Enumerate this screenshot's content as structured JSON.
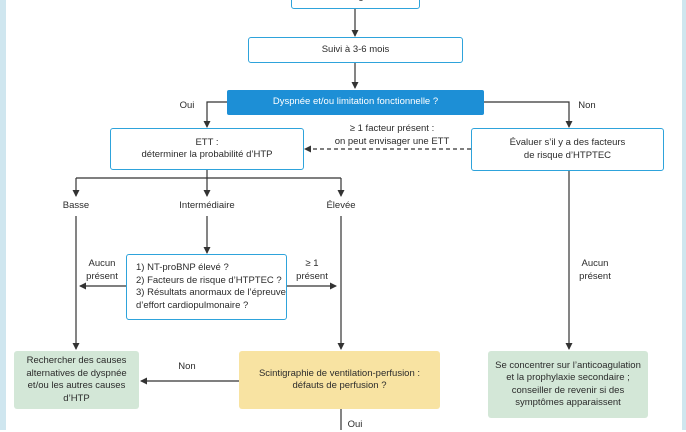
{
  "nodes": {
    "anticoag": "Anticoagulant",
    "suivi": "Suivi à 3-6 mois",
    "dyspnee": "Dyspnée et/ou limitation fonctionnelle ?",
    "ett": "ETT :\ndéterminer la probabilité d’HTP",
    "evaluer": "Évaluer s’il y a des facteurs\nde risque d’HTPTEC",
    "questions": "1) NT-proBNP élevé ?\n2) Facteurs de risque d’HTPTEC ?\n3) Résultats anormaux de l’épreuve\n    d’effort cardiopulmonaire ?",
    "rechercher": "Rechercher des causes\nalternatives de dyspnée\net/ou les autres causes\nd’HTP",
    "scinti": "Scintigraphie de ventilation-perfusion :\ndéfauts de perfusion ?",
    "concentrer": "Se concentrer sur l’anticoagulation\net la prophylaxie secondaire ;\nconseiller de revenir si des\nsymptômes apparaissent"
  },
  "labels": {
    "oui_top": "Oui",
    "non_top": "Non",
    "facteur_present": "≥ 1 facteur présent :\non peut envisager une ETT",
    "basse": "Basse",
    "intermediaire": "Intermédiaire",
    "elevee": "Élevée",
    "aucun_present_left": "Aucun\nprésent",
    "facteur_right": "≥ 1\nprésent",
    "aucun_present_right": "Aucun\nprésent",
    "non_bottom": "Non",
    "oui_bottom": "Oui"
  },
  "colors": {
    "accent": "#1d8fd6",
    "box_border": "#2ea3db",
    "green": "#d3e7d7",
    "yellow": "#f8e3a2",
    "line": "#333333"
  }
}
